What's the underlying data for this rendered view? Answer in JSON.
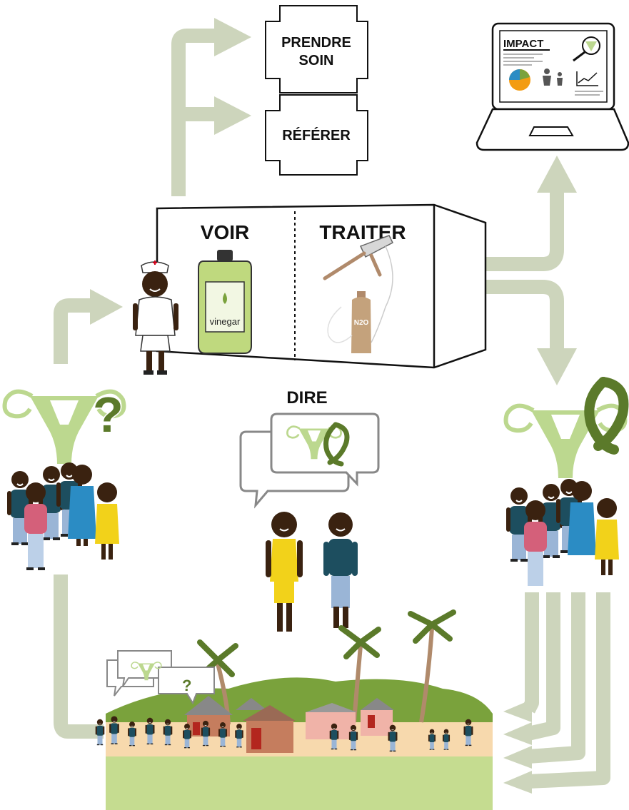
{
  "labels": {
    "prendre_soin_line1": "PRENDRE",
    "prendre_soin_line2": "SOIN",
    "referer": "RÉFÉRER",
    "voir": "VOIR",
    "traiter": "TRAITER",
    "dire": "DIRE",
    "vinegar": "vinegar",
    "n2o": "N2O",
    "impact": "IMPACT"
  },
  "colors": {
    "arrow": "#cdd5bc",
    "uterus": "#bcd88f",
    "ribbon": "#5b7a2a",
    "skin": "#3a2210",
    "yellow_dress": "#f2d21a",
    "blue_dress": "#2b8cc4",
    "teal_shirt": "#1d4e5f",
    "pink_shirt": "#d4607a",
    "ground": "#c5dc90",
    "hills": "#7aa23c",
    "sand": "#f7d9ad"
  }
}
